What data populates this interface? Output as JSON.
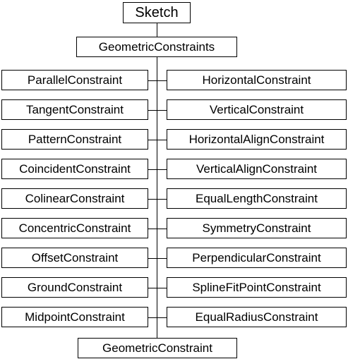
{
  "root": "Sketch",
  "group": "GeometricConstraints",
  "left_items": [
    "ParallelConstraint",
    "TangentConstraint",
    "PatternConstraint",
    "CoincidentConstraint",
    "ColinearConstraint",
    "ConcentricConstraint",
    "OffsetConstraint",
    "GroundConstraint",
    "MidpointConstraint"
  ],
  "right_items": [
    "HorizontalConstraint",
    "VerticalConstraint",
    "HorizontalAlignConstraint",
    "VerticalAlignConstraint",
    "EqualLengthConstraint",
    "SymmetryConstraint",
    "PerpendicularConstraint",
    "SplineFitPointConstraint",
    "EqualRadiusConstraint"
  ],
  "base": "GeometricConstraint"
}
